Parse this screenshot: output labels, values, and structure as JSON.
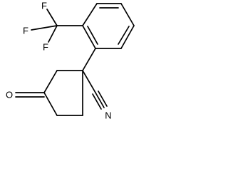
{
  "structure": {
    "atoms": {
      "fluorine_top": "F",
      "fluorine_left": "F",
      "fluorine_bottom": "F",
      "nitrile_nitrogen": "N",
      "ketone_oxygen": "O"
    }
  }
}
